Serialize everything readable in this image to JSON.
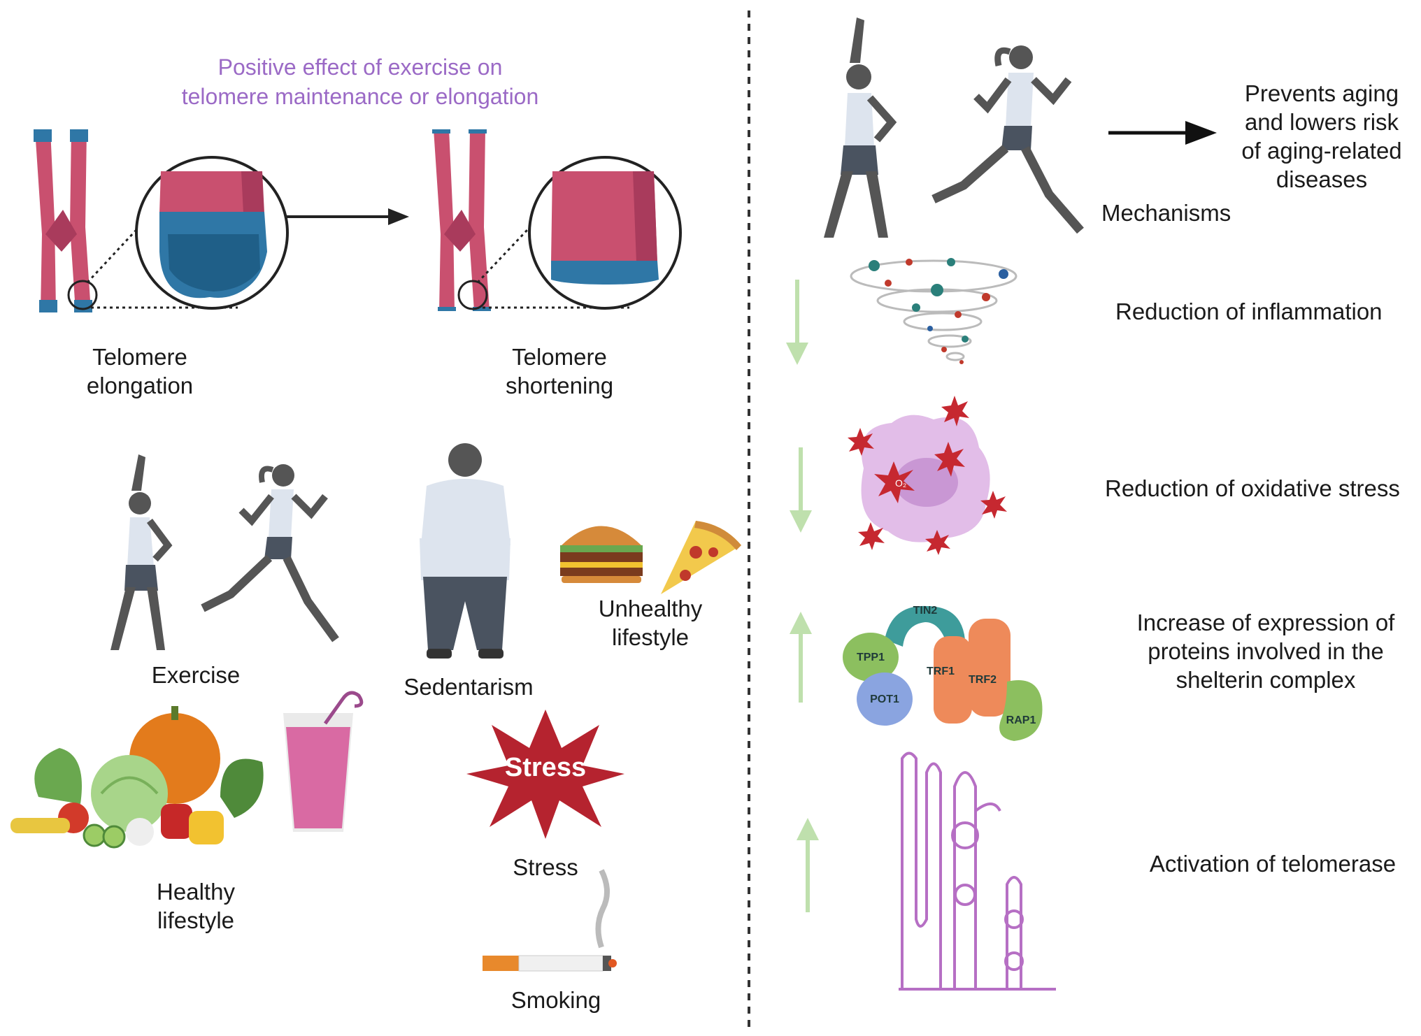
{
  "left": {
    "header": {
      "line1": "Positive effect of exercise on",
      "line2": "telomere maintenance or elongation"
    },
    "telomere_elongation": {
      "line1": "Telomere",
      "line2": "elongation"
    },
    "telomere_shortening": {
      "line1": "Telomere",
      "line2": "shortening"
    },
    "exercise": "Exercise",
    "sedentarism": "Sedentarism",
    "unhealthy": {
      "line1": "Unhealthy",
      "line2": "lifestyle"
    },
    "healthy": {
      "line1": "Healthy",
      "line2": "lifestyle"
    },
    "stress_badge": "Stress",
    "stress": "Stress",
    "smoking": "Smoking"
  },
  "right": {
    "outcome": {
      "line1": "Prevents aging",
      "line2": "and lowers risk",
      "line3": "of aging-related",
      "line4": "diseases"
    },
    "mechanisms": "Mechanisms",
    "inflammation": "Reduction of inflammation",
    "oxidative": "Reduction of oxidative stress",
    "shelterin": {
      "line1": "Increase of expression of",
      "line2": "proteins involved in the",
      "line3": "shelterin complex"
    },
    "telomerase": "Activation of telomerase",
    "ros_label": "O₂",
    "proteins": [
      "TIN2",
      "TPP1",
      "TRF1",
      "TRF2",
      "POT1",
      "RAP1"
    ]
  },
  "colors": {
    "chromosome": "#c9506f",
    "telomere": "#2f77a6",
    "figure": "#555555",
    "arrow_green": "#bfe0ad",
    "header_purple": "#9b6ac6",
    "stress_red": "#b5232f"
  }
}
